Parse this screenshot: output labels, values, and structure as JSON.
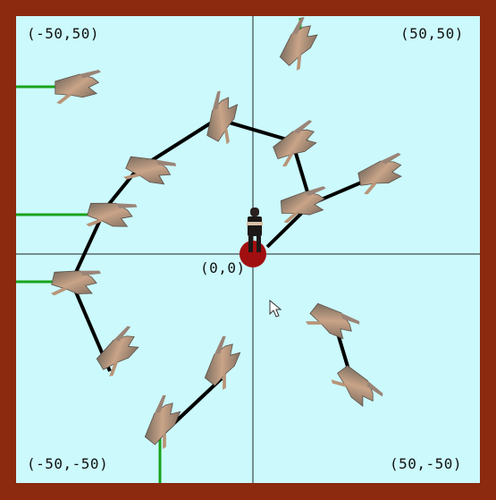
{
  "stage": {
    "background": "#ccf9fc",
    "border_color": "#8b2a0e",
    "axis_color": "#222222",
    "path_color": "#000000",
    "marker_color": "#19a31b"
  },
  "labels": {
    "top_left": "(-50,50)",
    "top_right": "(50,50)",
    "bottom_left": "(-50,-50)",
    "bottom_right": "(50,-50)",
    "origin": "(0,0)"
  },
  "origin_marker": {
    "color": "#a10f10"
  },
  "icons": {
    "cursor": "mouse-pointer-icon",
    "figure": "person-sprite-icon",
    "hand": "hand-sprite-icon"
  }
}
